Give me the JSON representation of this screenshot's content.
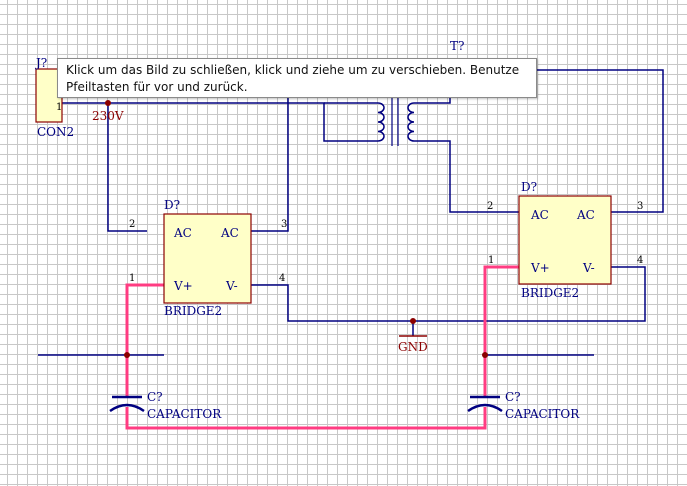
{
  "colors": {
    "wire": "#000080",
    "highlight_wire": "#ff3c82",
    "component_fill": "#ffffc8",
    "component_stroke": "#8b0000",
    "label": "#000080",
    "net_label": "#8b0000",
    "junction": "#8b0000",
    "pin_number": "#000000"
  },
  "tooltip": {
    "text": "Klick um das Bild zu schließen, klick und ziehe um zu verschieben. Benutze Pfeiltasten für vor und zurück."
  },
  "connector": {
    "designator": "J?",
    "name": "CON2",
    "pin1": "1",
    "net_label": "230V"
  },
  "transformer": {
    "designator": "T?"
  },
  "bridge_left": {
    "designator": "D?",
    "name": "BRIDGE2",
    "pin_ac1": "AC",
    "pin_ac2": "AC",
    "pin_vplus": "V+",
    "pin_vminus": "V-",
    "pin_numbers": {
      "ac_left": "2",
      "ac_right": "3",
      "vplus": "1",
      "vminus": "4"
    }
  },
  "bridge_right": {
    "designator": "D?",
    "name": "BRIDGE2",
    "pin_ac1": "AC",
    "pin_ac2": "AC",
    "pin_vplus": "V+",
    "pin_vminus": "V-",
    "pin_numbers": {
      "ac_left": "2",
      "ac_right": "3",
      "vplus": "1",
      "vminus": "4"
    }
  },
  "ground": {
    "label": "GND"
  },
  "capacitor_left": {
    "designator": "C?",
    "name": "CAPACITOR"
  },
  "capacitor_right": {
    "designator": "C?",
    "name": "CAPACITOR"
  }
}
